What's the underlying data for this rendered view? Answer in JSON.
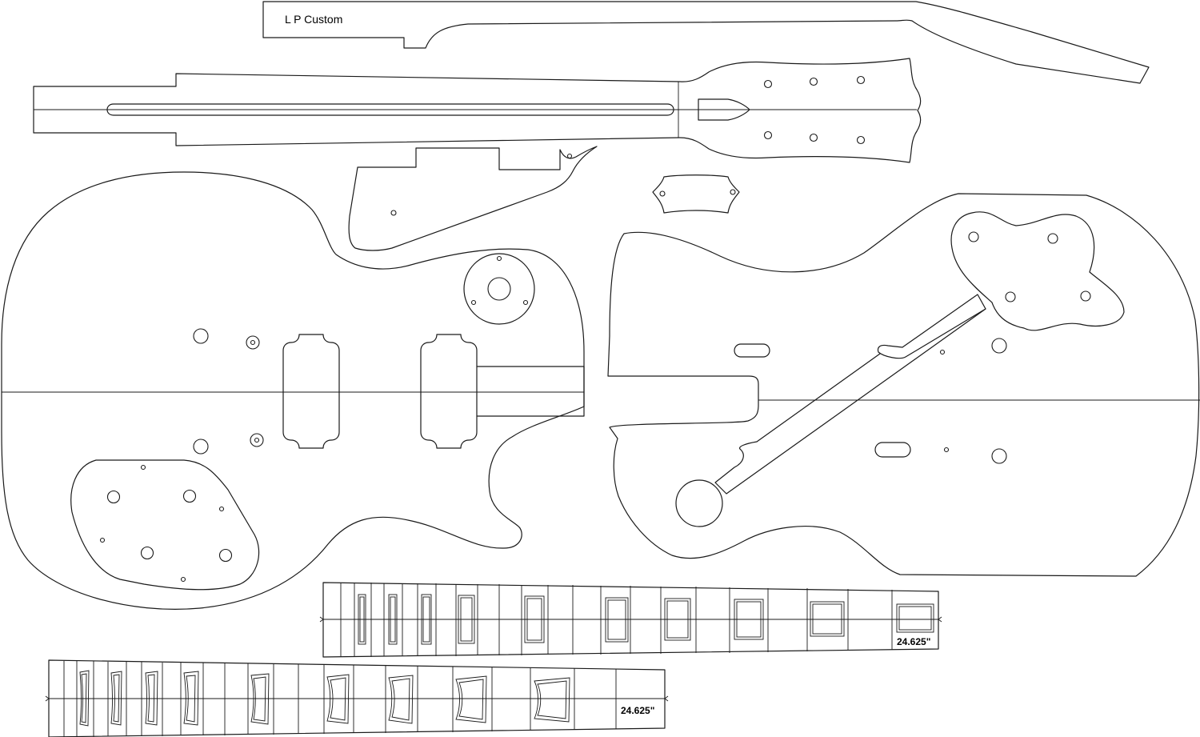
{
  "labels": {
    "model_name": "L P Custom",
    "scale_length_upper": "24.625\"",
    "scale_length_lower": "24.625\""
  },
  "colors": {
    "background": "#ffffff",
    "line": "#1a1a1a"
  }
}
